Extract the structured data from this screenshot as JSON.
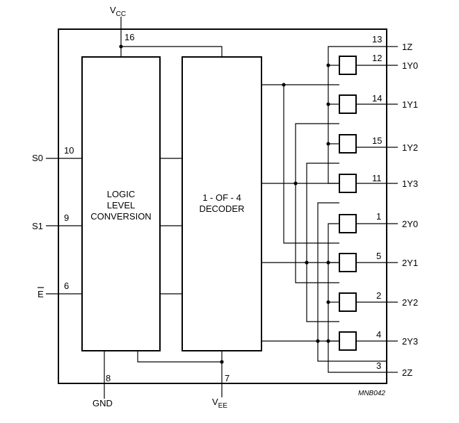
{
  "power": {
    "vcc": {
      "main": "V",
      "sub": "CC",
      "pin": "16"
    },
    "vee": {
      "main": "V",
      "sub": "EE",
      "pin": "7"
    },
    "gnd": {
      "label": "GND",
      "pin": "8"
    }
  },
  "inputs": [
    {
      "name": "S0",
      "pin": "10"
    },
    {
      "name": "S1",
      "pin": "9"
    },
    {
      "name": "E",
      "pin": "6",
      "overbar": true
    }
  ],
  "blocks": {
    "level_conversion": [
      "LOGIC",
      "LEVEL",
      "CONVERSION"
    ],
    "decoder": [
      "1 - OF - 4",
      "DECODER"
    ]
  },
  "outputs": [
    {
      "name": "1Z",
      "pin": "13"
    },
    {
      "name": "1Y0",
      "pin": "12"
    },
    {
      "name": "1Y1",
      "pin": "14"
    },
    {
      "name": "1Y2",
      "pin": "15"
    },
    {
      "name": "1Y3",
      "pin": "11"
    },
    {
      "name": "2Y0",
      "pin": "1"
    },
    {
      "name": "2Y1",
      "pin": "5"
    },
    {
      "name": "2Y2",
      "pin": "2"
    },
    {
      "name": "2Y3",
      "pin": "4"
    },
    {
      "name": "2Z",
      "pin": "3"
    }
  ],
  "figure_ref": "MNB042"
}
